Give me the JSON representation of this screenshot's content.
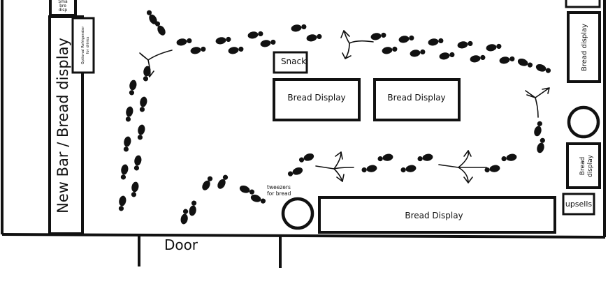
{
  "fixtures": {
    "bakery_counter": "New Bar / Bread display",
    "fridge": "Optional Refrigerator for drinks",
    "small_display": "Sma bre disp",
    "snack": "Snack",
    "center_left": "Bread Display",
    "center_right": "Bread Display",
    "bottom_display": "Bread Display",
    "right_upper": "Bread display",
    "right_lower": "Bread display",
    "upsells": "upsells",
    "tweezers": "tweezers for bread",
    "door": "Door"
  },
  "colors": {
    "ink": "#111111",
    "paper": "#ffffff"
  }
}
